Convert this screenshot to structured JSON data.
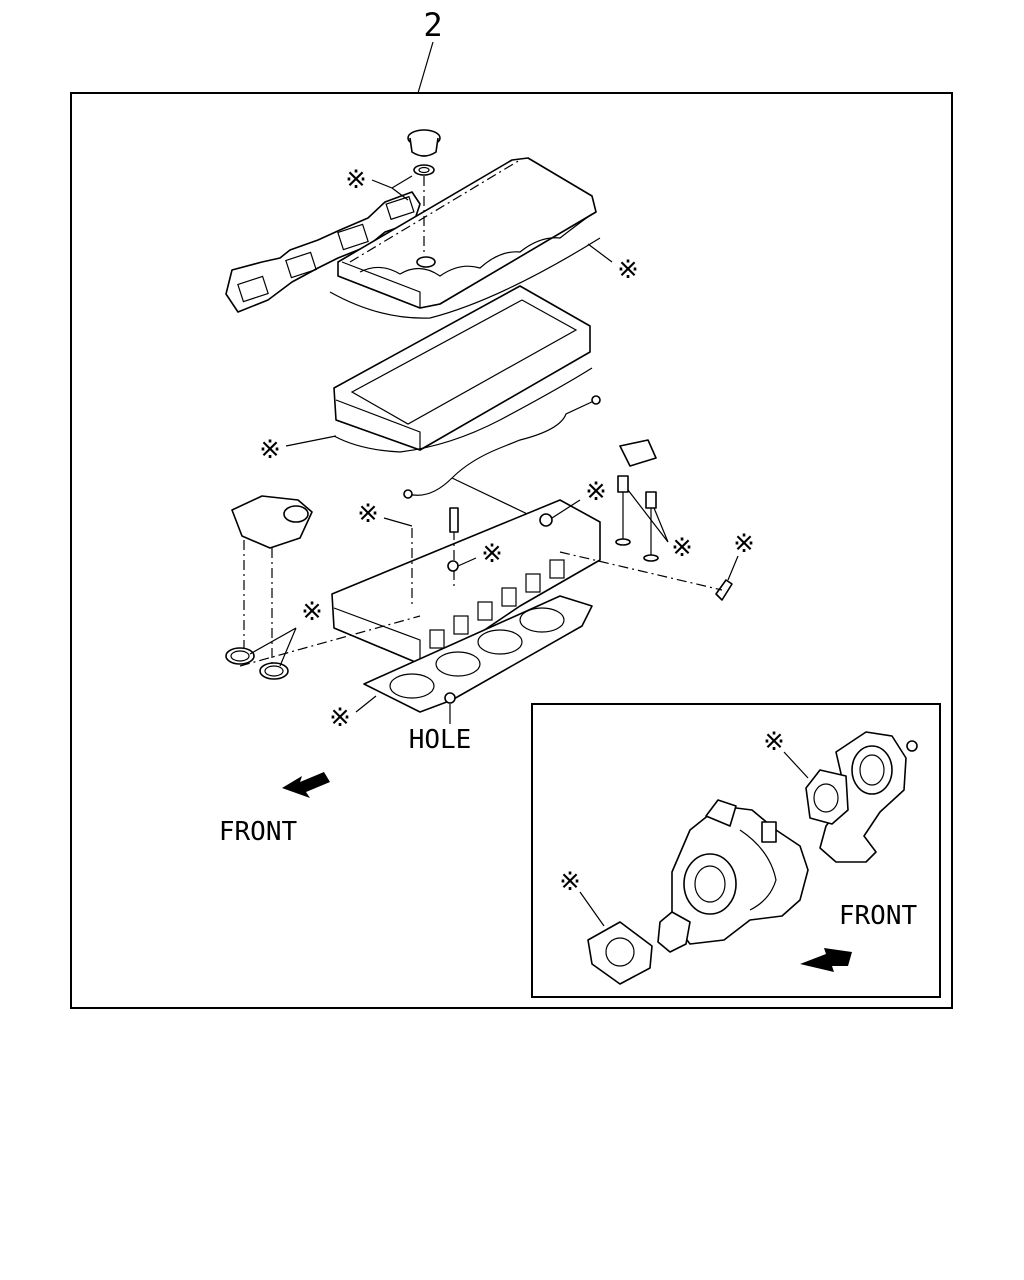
{
  "diagram": {
    "callout_number": "2",
    "hole_label": "HOLE",
    "front_label_main": "FRONT",
    "front_label_inset": "FRONT",
    "kit_marker": "※"
  }
}
